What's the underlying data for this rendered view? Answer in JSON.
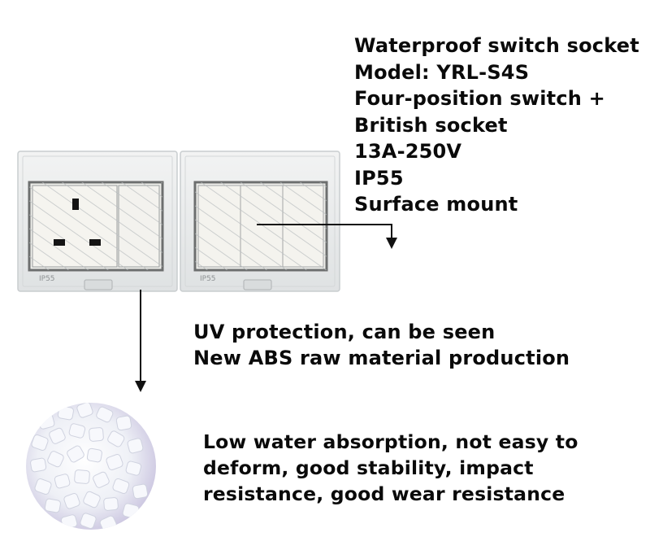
{
  "specs": {
    "lines": [
      "Waterproof switch socket",
      "Model: YRL-S4S",
      "Four-position switch +",
      "British socket",
      "13A-250V",
      "IP55",
      "Surface mount"
    ]
  },
  "product": {
    "left_module_label": "IP55",
    "right_module_label": "IP55"
  },
  "material": {
    "lines": [
      "UV protection, can be seen",
      "New ABS raw material production"
    ]
  },
  "features": {
    "lines": [
      "Low water absorption, not easy to",
      "deform, good stability, impact",
      "resistance, good wear resistance"
    ]
  },
  "colors": {
    "text": "#0a0a0a",
    "housing": "#ebedee",
    "cover": "#f0f1f0",
    "pellet": "#f4f6fb"
  }
}
